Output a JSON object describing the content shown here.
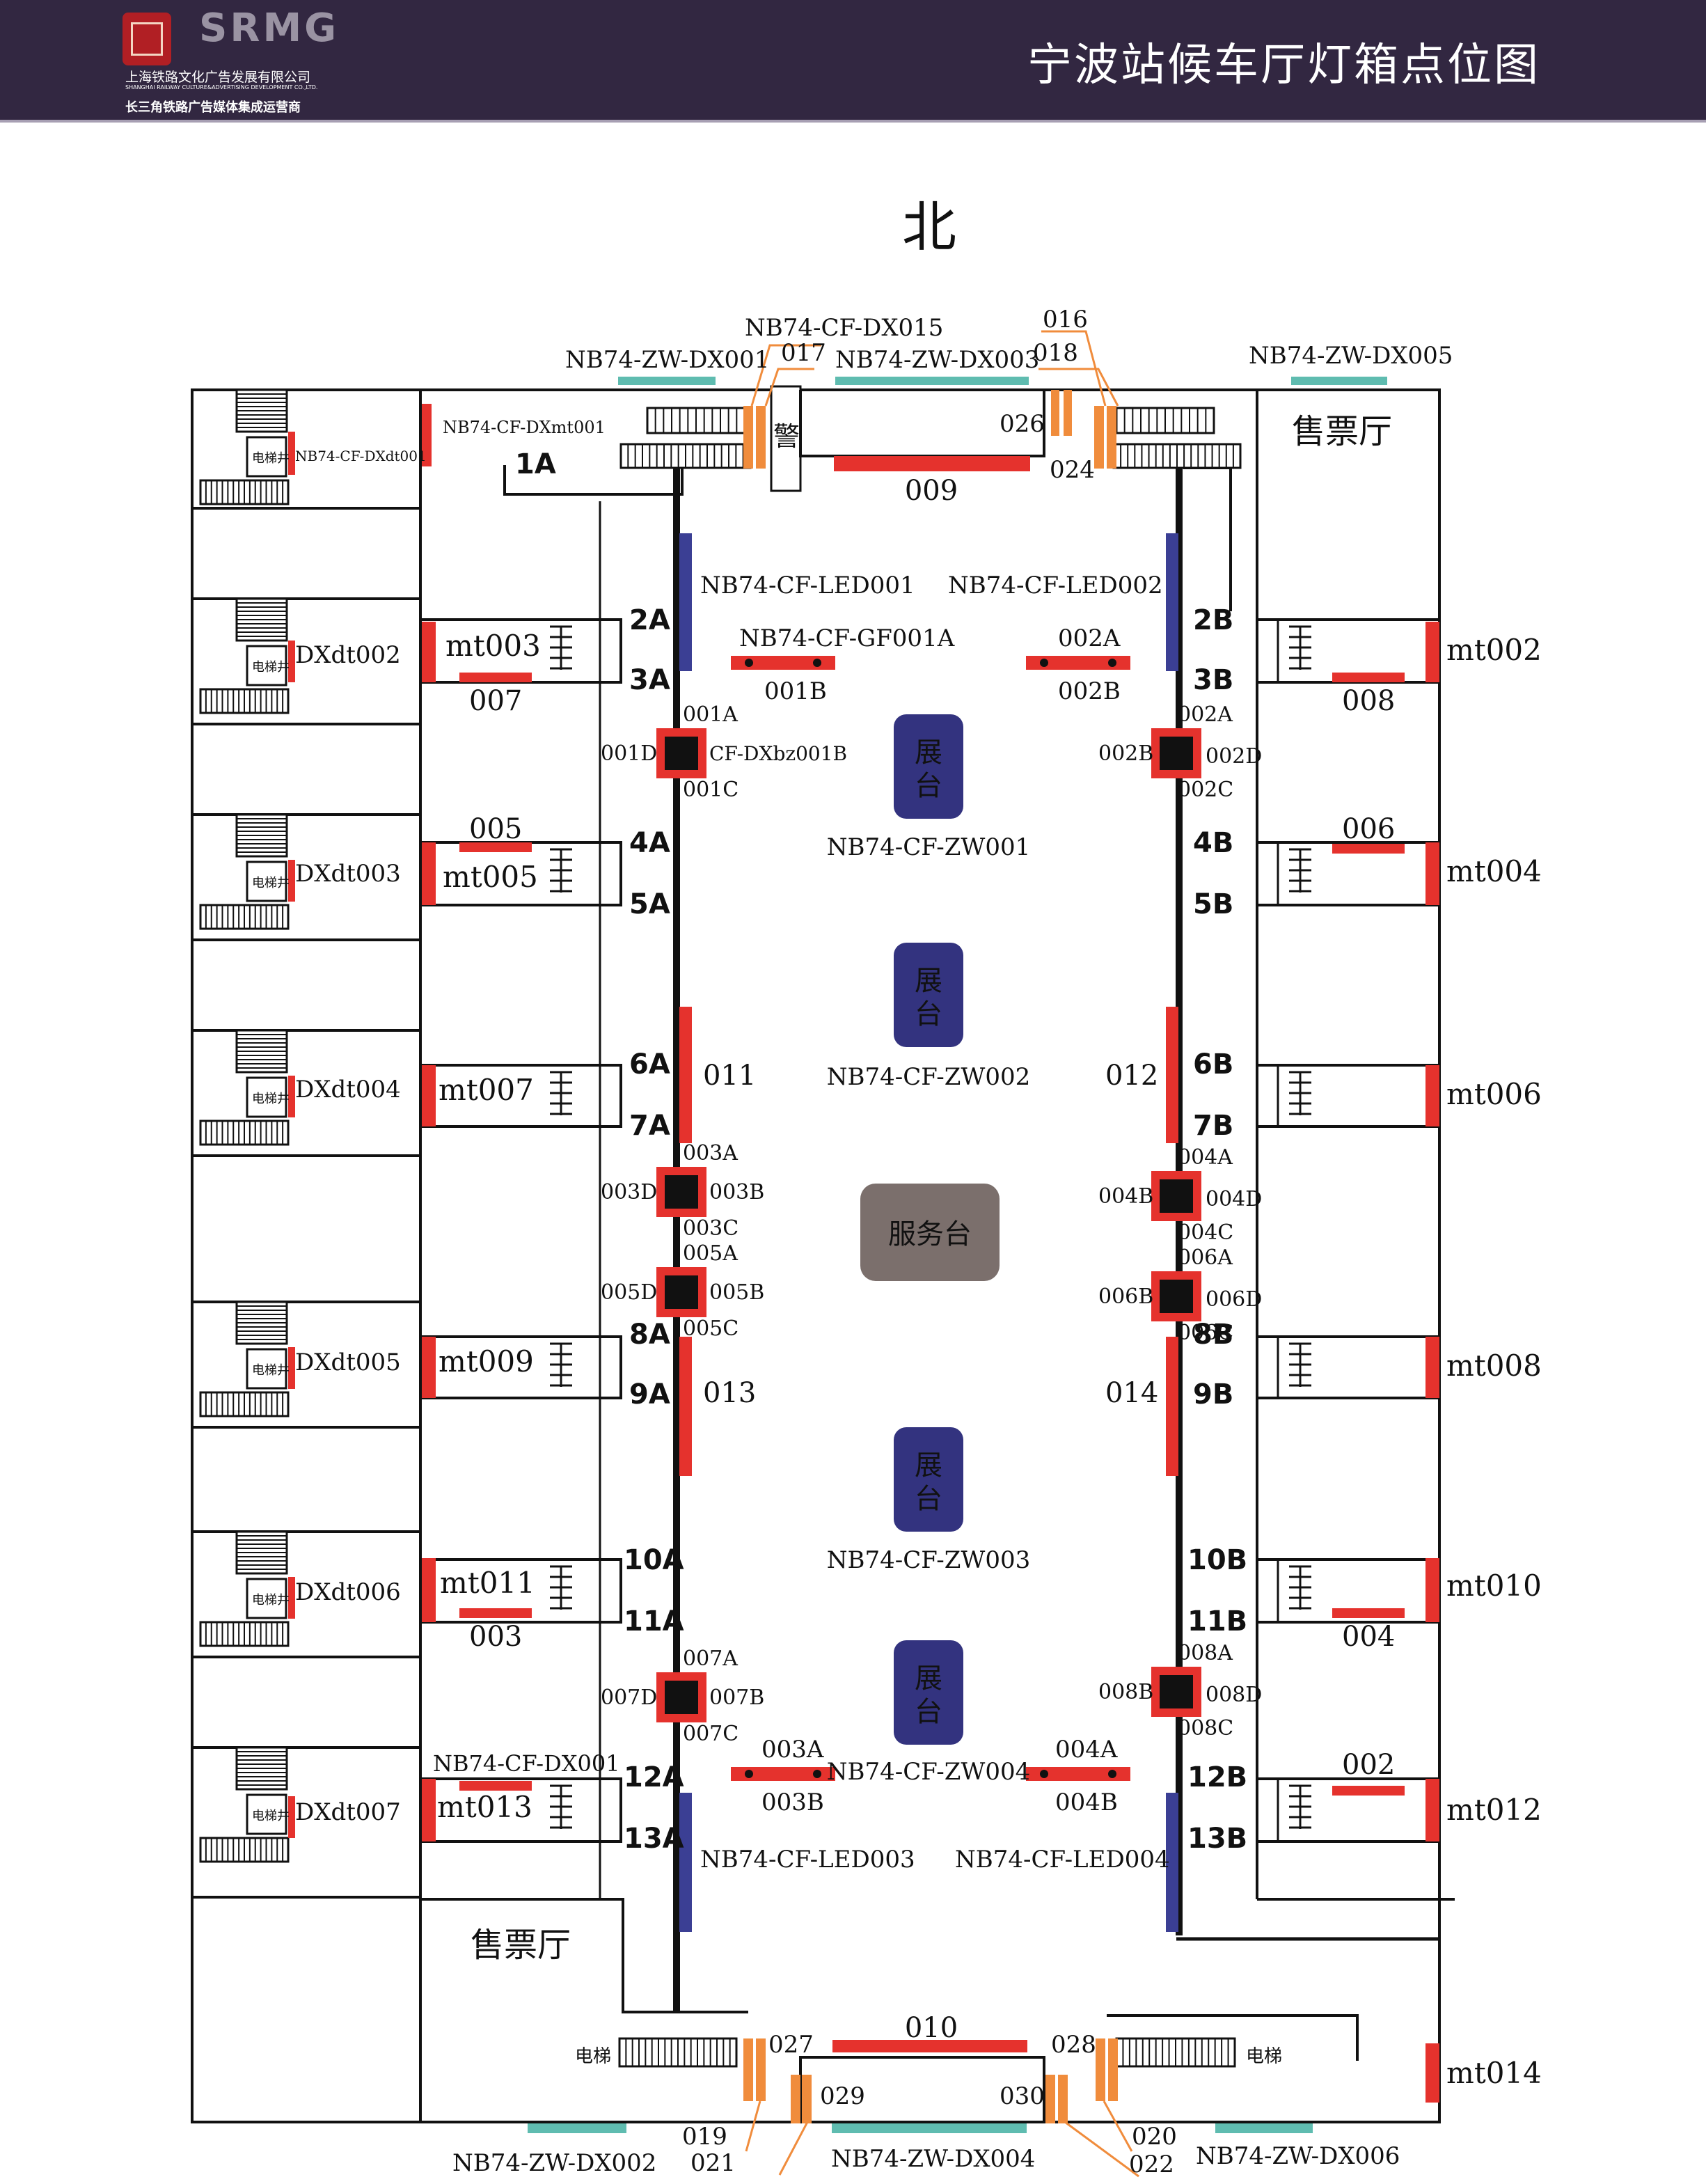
{
  "header": {
    "brand": "SRMG",
    "company": "上海铁路文化广告发展有限公司",
    "company_en": "SHANGHAI RAILWAY CULTURE&ADVERTISING DEVELOPMENT CO.,LTD.",
    "tagline": "长三角铁路广告媒体集成运营商",
    "title": "宁波站候车厅灯箱点位图"
  },
  "compass_label": "北",
  "colors": {
    "header_bg": "#322741",
    "red_lightbox": "#e5322d",
    "orange_lightbox": "#f08c3c",
    "teal_lightbox": "#5fbcb0",
    "blue_led": "#3b3f94",
    "exhibit_booth": "#33337f",
    "service_desk": "#7b6f6c",
    "column": "#111111"
  },
  "plan": {
    "ticket_hall_label": "售票厅",
    "police_label": "警",
    "elevator_label": "电梯",
    "elevator_shaft_label": "电梯井",
    "service_desk_label": "服务台",
    "booth_label": "展台",
    "gates_left": [
      "1A",
      "2A",
      "3A",
      "4A",
      "5A",
      "6A",
      "7A",
      "8A",
      "9A",
      "10A",
      "11A",
      "12A",
      "13A"
    ],
    "gates_right": [
      "2B",
      "3B",
      "4B",
      "5B",
      "6B",
      "7B",
      "8B",
      "9B",
      "10B",
      "11B",
      "12B",
      "13B"
    ],
    "booth_codes": [
      "NB74-CF-ZW001",
      "NB74-CF-ZW002",
      "NB74-CF-ZW003",
      "NB74-CF-ZW004"
    ],
    "led_codes": [
      "NB74-CF-LED001",
      "NB74-CF-LED002",
      "NB74-CF-LED003",
      "NB74-CF-LED004"
    ],
    "wall_codes": [
      "NB74-ZW-DX001",
      "NB74-ZW-DX003",
      "NB74-ZW-DX005",
      "NB74-ZW-DX002",
      "NB74-ZW-DX004",
      "NB74-ZW-DX006"
    ],
    "top_codes": [
      "NB74-CF-DX015",
      "NB74-CF-DXmt001",
      "NB74-CF-DXdt001"
    ],
    "left_shafts": [
      "DXdt002",
      "DXdt003",
      "DXdt004",
      "DXdt005",
      "DXdt006",
      "DXdt007"
    ],
    "left_mt": [
      "mt003",
      "mt005",
      "mt007",
      "mt009",
      "mt011",
      "mt013"
    ],
    "right_mt": [
      "mt002",
      "mt004",
      "mt006",
      "mt008",
      "mt010",
      "mt012",
      "mt014"
    ],
    "left_small": [
      "007",
      "005",
      "003",
      "NB74-CF-DX001"
    ],
    "right_small": [
      "008",
      "006",
      "004",
      "002"
    ],
    "column_boxes": {
      "c1": [
        "001A",
        "001D",
        "CF-DXbz001B",
        "001C"
      ],
      "c2": [
        "002A",
        "002B",
        "002D",
        "002C"
      ],
      "c3": [
        "003A",
        "003D",
        "003B",
        "003C"
      ],
      "c4": [
        "004A",
        "004B",
        "004D",
        "004C"
      ],
      "c5": [
        "005A",
        "005D",
        "005B",
        "005C"
      ],
      "c6": [
        "006A",
        "006B",
        "006D",
        "006C"
      ],
      "c7": [
        "007A",
        "007D",
        "007B",
        "007C"
      ],
      "c8": [
        "008A",
        "008B",
        "008D",
        "008C"
      ]
    },
    "double_bars": {
      "top_left": [
        "NB74-CF-GF001A",
        "001B"
      ],
      "top_right": [
        "002A",
        "002B"
      ],
      "bottom_left": [
        "003A",
        "003B"
      ],
      "bottom_right": [
        "004A",
        "004B"
      ]
    },
    "hall_codes": [
      "009",
      "010",
      "011",
      "012",
      "013",
      "014"
    ],
    "door_codes": [
      "016",
      "017",
      "018",
      "024",
      "026",
      "027",
      "028",
      "029",
      "030",
      "019",
      "021",
      "020",
      "022"
    ]
  }
}
